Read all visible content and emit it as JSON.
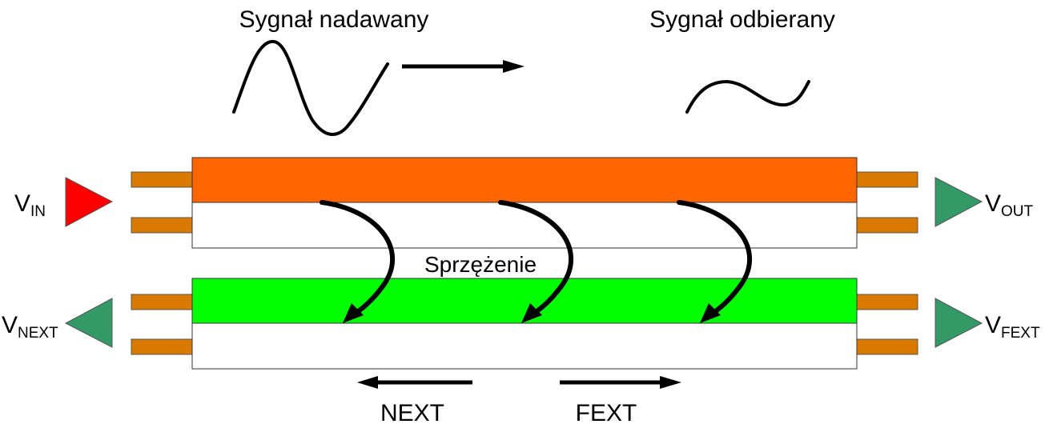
{
  "labels": {
    "transmitted": "Sygnał nadawany",
    "received": "Sygnał odbierany",
    "coupling": "Sprzężenie",
    "next": "NEXT",
    "fext": "FEXT"
  },
  "ports": {
    "vin": {
      "main": "V",
      "sub": "IN"
    },
    "vout": {
      "main": "V",
      "sub": "OUT"
    },
    "vnext": {
      "main": "V",
      "sub": "NEXT"
    },
    "vfext": {
      "main": "V",
      "sub": "FEXT"
    }
  },
  "colors": {
    "aggressor_conductor": "#ff6600",
    "victim_conductor": "#00ff00",
    "pin": "#d97a00",
    "input_triangle": "#ff0000",
    "output_triangle": "#339966"
  },
  "icons": {
    "transmitted_wave": "large-sine-wave",
    "received_wave": "small-sine-wave",
    "direction_arrow": "straight-arrow",
    "coupling_arrow": "curved-arrow"
  }
}
